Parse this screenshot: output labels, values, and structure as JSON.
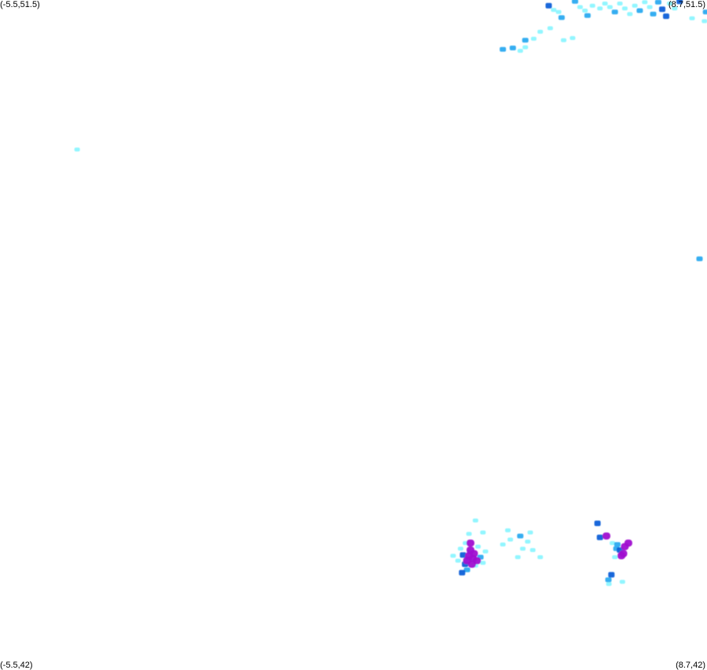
{
  "map": {
    "corners": {
      "top_left": "(-5.5,51.5)",
      "top_right": "(8.7,51.5)",
      "bottom_left": "(-5.5,42)",
      "bottom_right": "(8.7,42)"
    },
    "extent": {
      "lon_min": -5.5,
      "lon_max": 8.7,
      "lat_min": 42,
      "lat_max": 51.5
    },
    "colors": {
      "background": "#ffffff",
      "light": "#7ff4ff",
      "medium": "#2aaaf0",
      "strong": "#1060d8",
      "intense": "#a010d0"
    },
    "cells": [
      {
        "lon": 5.52,
        "lat": 51.42,
        "level": "strong"
      },
      {
        "lon": 5.62,
        "lat": 51.36,
        "level": "light"
      },
      {
        "lon": 5.72,
        "lat": 51.33,
        "level": "light"
      },
      {
        "lon": 5.78,
        "lat": 51.25,
        "level": "medium"
      },
      {
        "lon": 6.05,
        "lat": 51.48,
        "level": "medium"
      },
      {
        "lon": 6.15,
        "lat": 51.4,
        "level": "light"
      },
      {
        "lon": 6.25,
        "lat": 51.35,
        "level": "light"
      },
      {
        "lon": 6.3,
        "lat": 51.28,
        "level": "medium"
      },
      {
        "lon": 6.4,
        "lat": 51.42,
        "level": "light"
      },
      {
        "lon": 6.55,
        "lat": 51.38,
        "level": "light"
      },
      {
        "lon": 6.65,
        "lat": 51.45,
        "level": "light"
      },
      {
        "lon": 6.75,
        "lat": 51.4,
        "level": "light"
      },
      {
        "lon": 6.85,
        "lat": 51.33,
        "level": "medium"
      },
      {
        "lon": 6.95,
        "lat": 51.45,
        "level": "light"
      },
      {
        "lon": 7.05,
        "lat": 51.38,
        "level": "light"
      },
      {
        "lon": 7.15,
        "lat": 51.3,
        "level": "light"
      },
      {
        "lon": 7.25,
        "lat": 51.42,
        "level": "light"
      },
      {
        "lon": 7.35,
        "lat": 51.35,
        "level": "medium"
      },
      {
        "lon": 7.45,
        "lat": 51.47,
        "level": "light"
      },
      {
        "lon": 7.55,
        "lat": 51.4,
        "level": "light"
      },
      {
        "lon": 7.62,
        "lat": 51.3,
        "level": "medium"
      },
      {
        "lon": 7.72,
        "lat": 51.47,
        "level": "medium"
      },
      {
        "lon": 7.8,
        "lat": 51.37,
        "level": "strong"
      },
      {
        "lon": 7.88,
        "lat": 51.27,
        "level": "strong"
      },
      {
        "lon": 7.95,
        "lat": 51.45,
        "level": "light"
      },
      {
        "lon": 8.05,
        "lat": 51.38,
        "level": "light"
      },
      {
        "lon": 8.15,
        "lat": 51.48,
        "level": "strong"
      },
      {
        "lon": 8.4,
        "lat": 51.24,
        "level": "light"
      },
      {
        "lon": 8.68,
        "lat": 51.33,
        "level": "medium"
      },
      {
        "lon": 8.65,
        "lat": 51.2,
        "level": "light"
      },
      {
        "lon": 5.55,
        "lat": 51.1,
        "level": "light"
      },
      {
        "lon": 5.35,
        "lat": 51.05,
        "level": "light"
      },
      {
        "lon": 5.05,
        "lat": 50.93,
        "level": "medium"
      },
      {
        "lon": 5.22,
        "lat": 50.95,
        "level": "light"
      },
      {
        "lon": 5.82,
        "lat": 50.93,
        "level": "light"
      },
      {
        "lon": 6.0,
        "lat": 50.96,
        "level": "light"
      },
      {
        "lon": 4.8,
        "lat": 50.82,
        "level": "medium"
      },
      {
        "lon": 4.6,
        "lat": 50.8,
        "level": "medium"
      },
      {
        "lon": 4.95,
        "lat": 50.78,
        "level": "light"
      },
      {
        "lon": 5.05,
        "lat": 50.83,
        "level": "light"
      },
      {
        "lon": -3.95,
        "lat": 49.38,
        "level": "light"
      },
      {
        "lon": 8.55,
        "lat": 47.83,
        "level": "medium"
      },
      {
        "lon": 4.05,
        "lat": 44.12,
        "level": "light"
      },
      {
        "lon": 3.92,
        "lat": 43.93,
        "level": "light"
      },
      {
        "lon": 3.85,
        "lat": 43.8,
        "level": "light"
      },
      {
        "lon": 4.2,
        "lat": 43.95,
        "level": "light"
      },
      {
        "lon": 3.75,
        "lat": 43.72,
        "level": "light"
      },
      {
        "lon": 3.95,
        "lat": 43.67,
        "level": "medium"
      },
      {
        "lon": 3.8,
        "lat": 43.63,
        "level": "strong"
      },
      {
        "lon": 4.1,
        "lat": 43.75,
        "level": "light"
      },
      {
        "lon": 3.92,
        "lat": 43.58,
        "level": "medium"
      },
      {
        "lon": 4.0,
        "lat": 43.55,
        "level": "light"
      },
      {
        "lon": 3.84,
        "lat": 43.5,
        "level": "strong"
      },
      {
        "lon": 3.88,
        "lat": 43.42,
        "level": "medium"
      },
      {
        "lon": 4.05,
        "lat": 43.48,
        "level": "light"
      },
      {
        "lon": 4.15,
        "lat": 43.6,
        "level": "medium"
      },
      {
        "lon": 4.2,
        "lat": 43.52,
        "level": "light"
      },
      {
        "lon": 4.25,
        "lat": 43.68,
        "level": "light"
      },
      {
        "lon": 3.7,
        "lat": 43.55,
        "level": "light"
      },
      {
        "lon": 3.6,
        "lat": 43.62,
        "level": "light"
      },
      {
        "lon": 3.78,
        "lat": 43.38,
        "level": "strong"
      },
      {
        "lon": 3.95,
        "lat": 43.7,
        "level": "intense"
      },
      {
        "lon": 4.02,
        "lat": 43.65,
        "level": "intense"
      },
      {
        "lon": 3.92,
        "lat": 43.62,
        "level": "intense"
      },
      {
        "lon": 4.0,
        "lat": 43.58,
        "level": "intense"
      },
      {
        "lon": 4.08,
        "lat": 43.55,
        "level": "intense"
      },
      {
        "lon": 3.88,
        "lat": 43.55,
        "level": "intense"
      },
      {
        "lon": 3.98,
        "lat": 43.5,
        "level": "intense"
      },
      {
        "lon": 3.95,
        "lat": 43.8,
        "level": "intense"
      },
      {
        "lon": 4.6,
        "lat": 43.78,
        "level": "light"
      },
      {
        "lon": 4.7,
        "lat": 43.98,
        "level": "light"
      },
      {
        "lon": 4.75,
        "lat": 43.85,
        "level": "light"
      },
      {
        "lon": 4.9,
        "lat": 43.6,
        "level": "light"
      },
      {
        "lon": 4.95,
        "lat": 43.9,
        "level": "medium"
      },
      {
        "lon": 5.0,
        "lat": 43.72,
        "level": "light"
      },
      {
        "lon": 5.1,
        "lat": 43.82,
        "level": "light"
      },
      {
        "lon": 5.15,
        "lat": 43.95,
        "level": "light"
      },
      {
        "lon": 5.2,
        "lat": 43.7,
        "level": "light"
      },
      {
        "lon": 5.35,
        "lat": 43.6,
        "level": "light"
      },
      {
        "lon": 6.5,
        "lat": 44.08,
        "level": "strong"
      },
      {
        "lon": 6.55,
        "lat": 43.88,
        "level": "strong"
      },
      {
        "lon": 6.68,
        "lat": 43.9,
        "level": "intense"
      },
      {
        "lon": 6.8,
        "lat": 43.8,
        "level": "light"
      },
      {
        "lon": 6.9,
        "lat": 43.78,
        "level": "medium"
      },
      {
        "lon": 6.95,
        "lat": 43.7,
        "level": "strong"
      },
      {
        "lon": 7.02,
        "lat": 43.65,
        "level": "intense"
      },
      {
        "lon": 7.05,
        "lat": 43.75,
        "level": "intense"
      },
      {
        "lon": 7.12,
        "lat": 43.8,
        "level": "intense"
      },
      {
        "lon": 6.98,
        "lat": 43.62,
        "level": "intense"
      },
      {
        "lon": 6.85,
        "lat": 43.6,
        "level": "light"
      },
      {
        "lon": 6.88,
        "lat": 43.72,
        "level": "medium"
      },
      {
        "lon": 6.78,
        "lat": 43.35,
        "level": "strong"
      },
      {
        "lon": 6.72,
        "lat": 43.28,
        "level": "medium"
      },
      {
        "lon": 6.73,
        "lat": 43.22,
        "level": "light"
      },
      {
        "lon": 7.0,
        "lat": 43.25,
        "level": "light"
      }
    ]
  }
}
